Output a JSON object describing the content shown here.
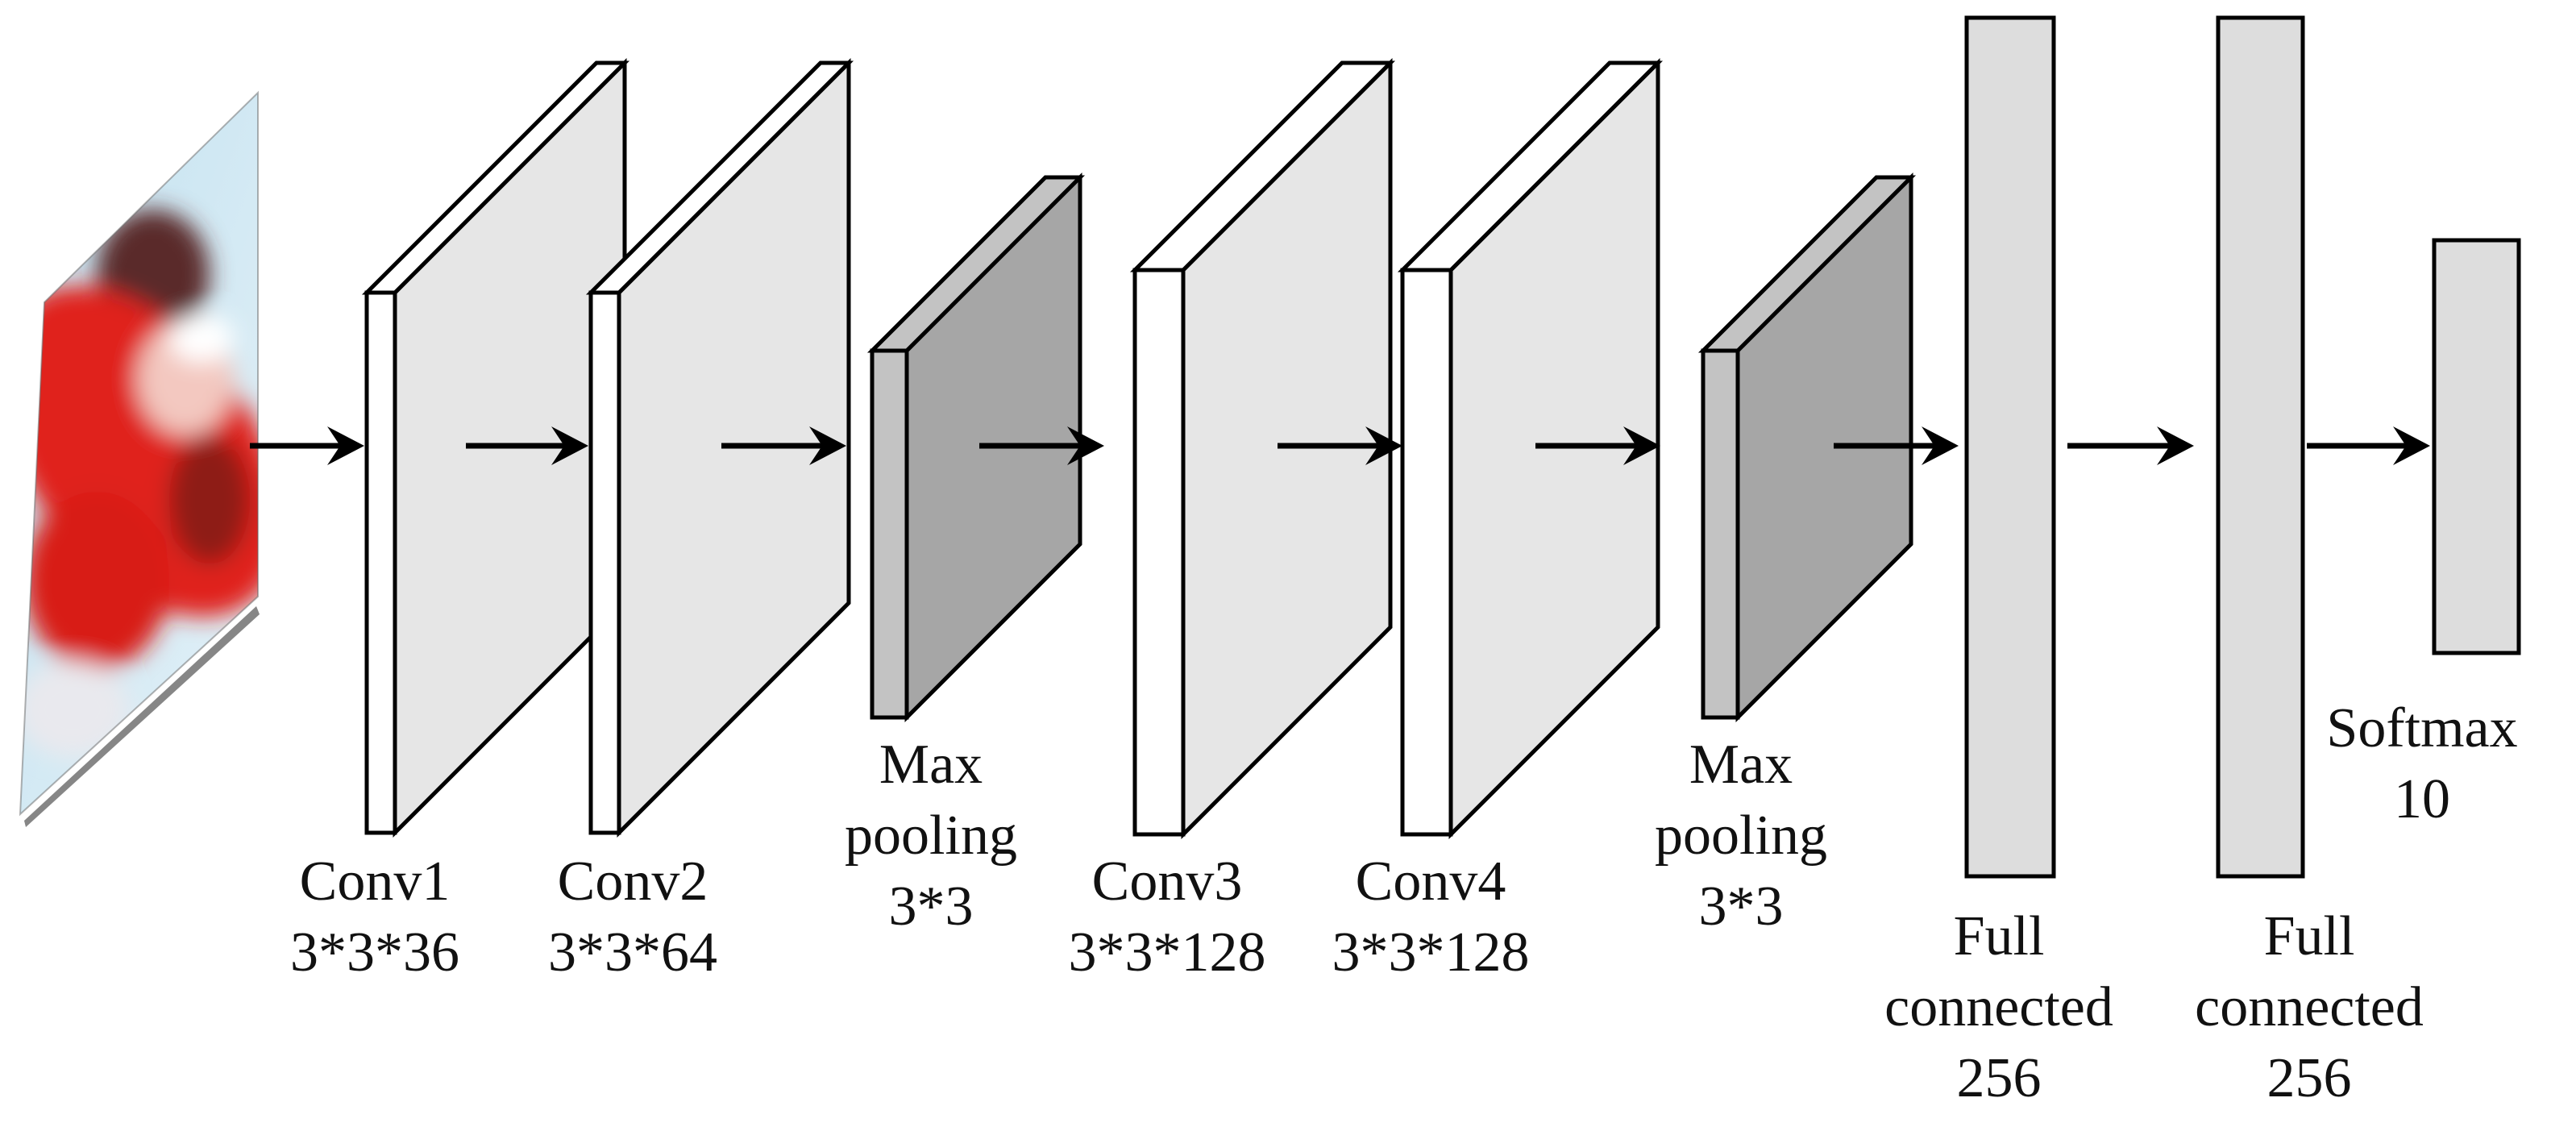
{
  "colors": {
    "layer_face": "#e6e6e6",
    "layer_front": "#ffffff",
    "pool_face": "#a6a6a6",
    "pool_front": "#c3c3c3",
    "fc_fill": "#dddddd",
    "stroke": "#000000"
  },
  "input_image": {
    "icon": "red-car-photo"
  },
  "layers": {
    "conv1": {
      "name": "Conv1",
      "size": "3*3*36"
    },
    "conv2": {
      "name": "Conv2",
      "size": "3*3*64"
    },
    "pool1": {
      "name_line1": "Max",
      "name_line2": "pooling",
      "size": "3*3"
    },
    "conv3": {
      "name": "Conv3",
      "size": "3*3*128"
    },
    "conv4": {
      "name": "Conv4",
      "size": "3*3*128"
    },
    "pool2": {
      "name_line1": "Max",
      "name_line2": "pooling",
      "size": "3*3"
    },
    "fc1": {
      "name_line1": "Full",
      "name_line2": "connected",
      "size": "256"
    },
    "fc2": {
      "name_line1": "Full",
      "name_line2": "connected",
      "size": "256"
    },
    "softmax": {
      "name": "Softmax",
      "size": "10"
    }
  }
}
